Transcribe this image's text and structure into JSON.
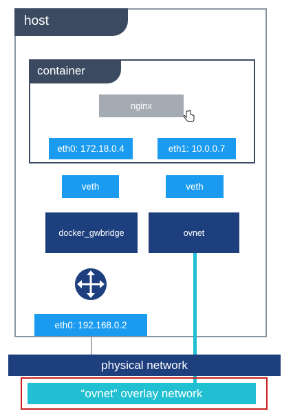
{
  "host": {
    "label": "host"
  },
  "container": {
    "label": "container"
  },
  "service": {
    "label": "nginx"
  },
  "interfaces": {
    "eth0_container": "eth0: 172.18.0.4",
    "eth1_container": "eth1: 10.0.0.7",
    "veth_left": "veth",
    "veth_right": "veth",
    "eth0_host": "eth0: 192.168.0.2"
  },
  "bridges": {
    "docker_gwbridge": "docker_gwbridge",
    "ovnet": "ovnet"
  },
  "networks": {
    "physical": "physical network",
    "overlay": "“ovnet” overlay network"
  },
  "icons": {
    "router": "router-icon",
    "cursor": "hand-cursor-icon"
  },
  "colors": {
    "host_dark": "#3b4a60",
    "interface_blue": "#1a9bf0",
    "bridge_navy": "#1e3f7e",
    "overlay_teal": "#20c0d2",
    "service_gray": "#a4abb2",
    "highlight_red": "#c8201e"
  }
}
